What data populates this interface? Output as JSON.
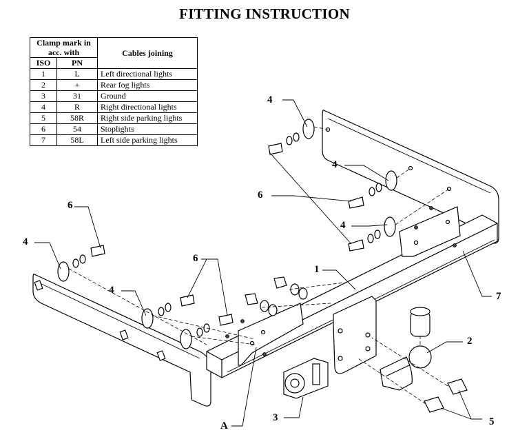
{
  "title": "FITTING INSTRUCTION",
  "table": {
    "header_group": "Clamp mark in acc. with",
    "header_iso": "ISO",
    "header_pn": "PN",
    "header_desc": "Cables joining",
    "rows": [
      {
        "iso": "1",
        "pn": "L",
        "desc": "Left directional lights"
      },
      {
        "iso": "2",
        "pn": "+",
        "desc": "Rear fog lights"
      },
      {
        "iso": "3",
        "pn": "31",
        "desc": "Ground"
      },
      {
        "iso": "4",
        "pn": "R",
        "desc": "Right directional lights"
      },
      {
        "iso": "5",
        "pn": "58R",
        "desc": "Right side parking lights"
      },
      {
        "iso": "6",
        "pn": "54",
        "desc": "Stoplights"
      },
      {
        "iso": "7",
        "pn": "58L",
        "desc": "Left side parking lights"
      }
    ]
  },
  "callouts": {
    "washer_a": "4",
    "washer_b": "4",
    "washer_c": "4",
    "washer_d": "4",
    "washer_e": "4",
    "bolt_a": "6",
    "bolt_b": "6",
    "bolt_c": "6",
    "beam": "1",
    "ball": "2",
    "socket_plate": "3",
    "ball_bolts": "5",
    "right_nut": "7",
    "point_a": "A"
  }
}
